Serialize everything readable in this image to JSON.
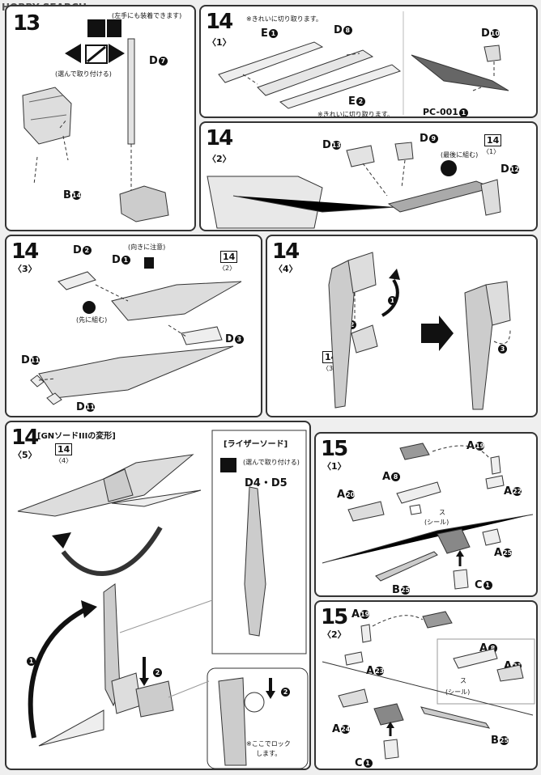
{
  "watermark": "HOBBY SEARCH",
  "s13": {
    "num": "13",
    "part": "D",
    "pno": "7",
    "note1": "(左手にも装着できます)",
    "note2": "(選んで取り付ける)",
    "lblB": "B",
    "pnoB": "14"
  },
  "s14_1": {
    "num": "14",
    "sub": "〈1〉",
    "note_top": "※きれいに切り取ります。",
    "note_bot": "※きれいに切り取ります。",
    "e1": "E",
    "e1n": "1",
    "d8": "D",
    "d8n": "8",
    "e2": "E",
    "e2n": "2",
    "d10": "D",
    "d10n": "10",
    "pc": "PC-001",
    "pcn": "1"
  },
  "s14_2": {
    "num": "14",
    "sub": "〈2〉",
    "d13": "D",
    "d13n": "13",
    "d9": "D",
    "d9n": "9",
    "d12": "D",
    "d12n": "12",
    "ref": "14",
    "refsub": "〈1〉",
    "note": "(最後に組む)"
  },
  "s14_3": {
    "num": "14",
    "sub": "〈3〉",
    "d2": "D",
    "d2n": "2",
    "d1": "D",
    "d1n": "1",
    "d3": "D",
    "d3n": "3",
    "d11a": "D",
    "d11an": "11",
    "d11b": "D",
    "d11bn": "11",
    "ref": "14",
    "refsub": "〈2〉",
    "note1": "(向きに注意)",
    "note2": "(先に組む)"
  },
  "s14_4": {
    "num": "14",
    "sub": "〈4〉",
    "ref": "14",
    "refsub": "〈3〉",
    "a1": "1",
    "a2": "2",
    "a3": "3"
  },
  "s14_5": {
    "num": "14",
    "sub": "〈5〉",
    "title": "[GNソードIIIの変形]",
    "ref": "14",
    "refsub": "〈4〉",
    "riser": "[ライザーソード]",
    "riser_note": "(選んで取り付ける)",
    "d4d5": "D4・D5",
    "a1": "1",
    "a2": "2",
    "a2b": "2",
    "lock": "※ここでロック",
    "lock2": "します。"
  },
  "s15_1": {
    "num": "15",
    "sub": "〈1〉",
    "a19": "A",
    "a19n": "19",
    "a8": "A",
    "a8n": "8",
    "a20": "A",
    "a20n": "20",
    "a22": "A",
    "a22n": "22",
    "a25": "A",
    "a25n": "25",
    "b25": "B",
    "b25n": "25",
    "c1": "C",
    "c1n": "1",
    "seal": "(シール)",
    "su": "ス"
  },
  "s15_2": {
    "num": "15",
    "sub": "〈2〉",
    "a19": "A",
    "a19n": "19",
    "a8": "A",
    "a8n": "8",
    "a21": "A",
    "a21n": "21",
    "a23": "A",
    "a23n": "23",
    "a24": "A",
    "a24n": "24",
    "b25": "B",
    "b25n": "25",
    "c1": "C",
    "c1n": "1",
    "seal": "(シール)",
    "su": "ス"
  }
}
